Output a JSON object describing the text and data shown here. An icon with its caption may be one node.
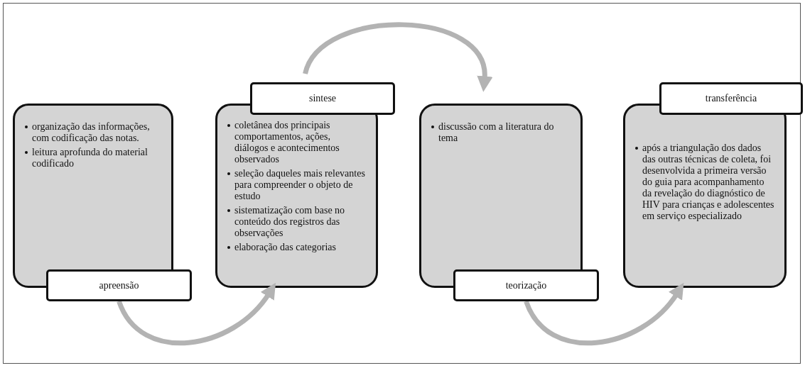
{
  "diagram": {
    "nodes": [
      {
        "text": [
          "organização das informações, com codificação das notas.",
          "leitura aprofunda do material codificado"
        ]
      },
      {
        "text": [
          "apreensão"
        ]
      },
      {
        "text": [
          "sintese"
        ]
      },
      {
        "text": [
          "coletânea dos principais comportamentos, ações, diálogos e acontecimentos observados",
          "seleção daqueles mais relevantes para compreender o objeto de estudo",
          "sistematização com base no conteúdo dos registros das observações",
          "elaboração das categorias"
        ]
      },
      {
        "text": [
          "discussão com a literatura do tema"
        ]
      },
      {
        "text": [
          "teorização"
        ]
      },
      {
        "text": [
          "transferência"
        ]
      },
      {
        "text": [
          "após a triangulação dos dados das outras técnicas de coleta, foi desenvolvida a primeira versão do guia para acompanhamento da revelação do diagnóstico de HIV para crianças e adolescentes em serviço especializado"
        ]
      }
    ],
    "edges": [
      {
        "from": 1,
        "to": 3,
        "arrow": "to"
      },
      {
        "from": 2,
        "to": 4,
        "arrow": "to"
      },
      {
        "from": 5,
        "to": 7,
        "arrow": "to"
      }
    ]
  }
}
